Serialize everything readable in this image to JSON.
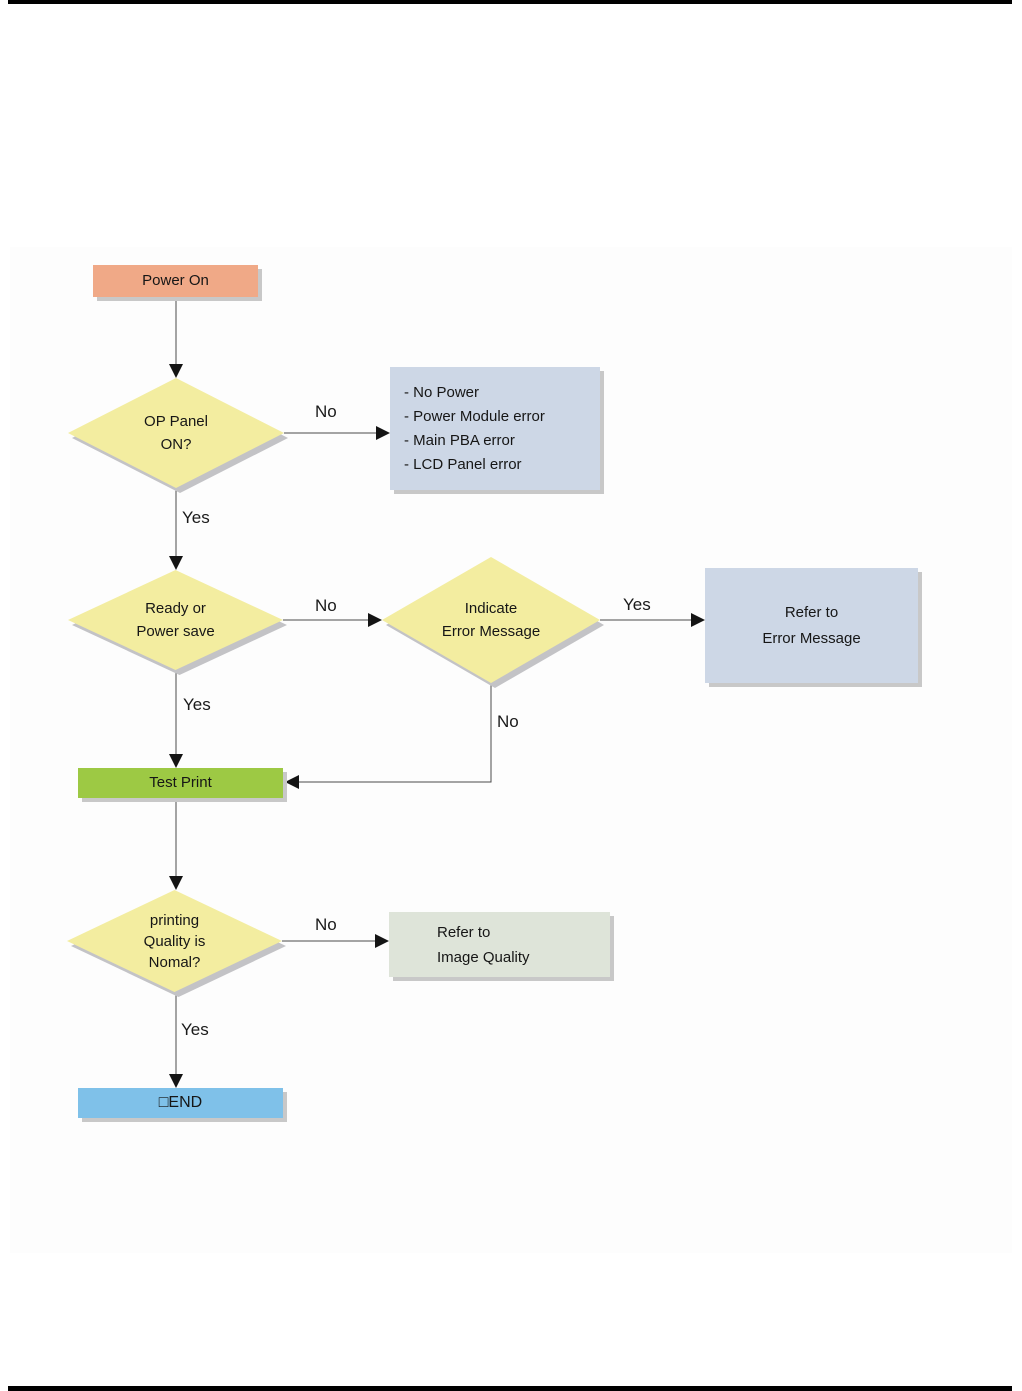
{
  "flowchart": {
    "nodes": {
      "power_on": {
        "label": "Power On",
        "color": "#F0A987"
      },
      "op_panel_on": {
        "label": "OP Panel\nON?",
        "color": "#F3EDA0"
      },
      "power_errors": {
        "color": "#CDD7E6",
        "lines": [
          "- No Power",
          "- Power Module error",
          "- Main PBA error",
          "- LCD Panel error"
        ]
      },
      "ready_or_power_save": {
        "label": "Ready or\nPower save",
        "color": "#F3EDA0"
      },
      "indicate_error_message": {
        "label": "Indicate\nError Message",
        "color": "#F3EDA0"
      },
      "refer_to_error_message": {
        "label": "Refer to\nError Message",
        "color": "#CDD7E6"
      },
      "test_print": {
        "label": "Test Print",
        "color": "#9DC944"
      },
      "printing_quality": {
        "label": "printing\nQuality is\nNomal?",
        "color": "#F3EDA0"
      },
      "refer_to_image_quality": {
        "color": "#DEE4D9",
        "lines": [
          "Refer to",
          "Image Quality"
        ]
      },
      "end": {
        "label": "□END",
        "color": "#7FC1E9"
      }
    },
    "edges": {
      "op_panel_no": {
        "label": "No"
      },
      "op_panel_yes": {
        "label": "Yes"
      },
      "ready_no": {
        "label": "No"
      },
      "ready_yes": {
        "label": "Yes"
      },
      "indicate_yes": {
        "label": "Yes"
      },
      "indicate_no": {
        "label": "No"
      },
      "quality_no": {
        "label": "No"
      },
      "quality_yes": {
        "label": "Yes"
      }
    },
    "colors": {
      "shadow": "#C8C8C8",
      "line": "#4A4A4A",
      "arrowhead": "#141414",
      "page_border": "#000000"
    }
  }
}
